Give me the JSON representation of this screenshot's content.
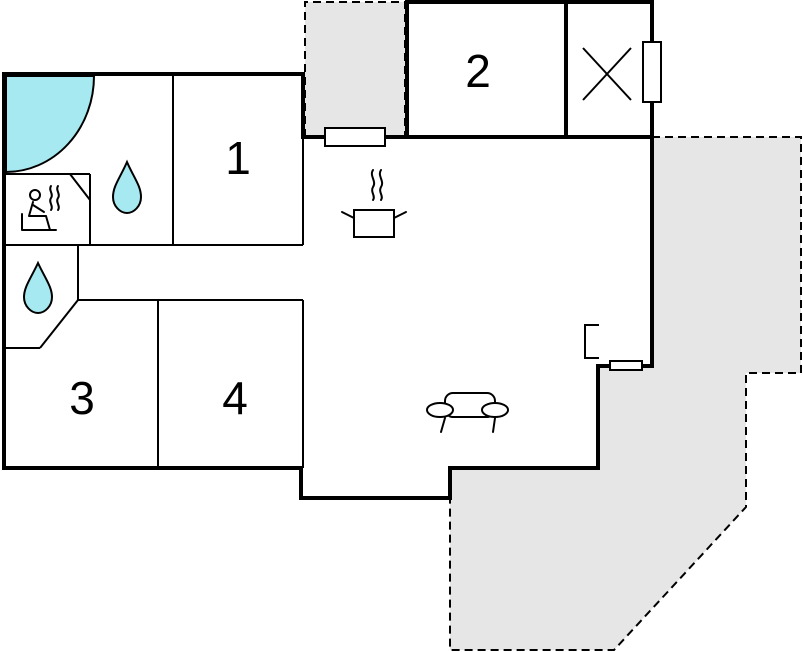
{
  "rooms": [
    {
      "id": "room-1",
      "label": "1"
    },
    {
      "id": "room-2",
      "label": "2"
    },
    {
      "id": "room-3",
      "label": "3"
    },
    {
      "id": "room-4",
      "label": "4"
    }
  ],
  "colors": {
    "terrace_fill": "#e6e6e6",
    "water_fill": "#a6e9f0",
    "wall": "#000000",
    "background": "#ffffff"
  },
  "icons": [
    "sauna-icon",
    "shower-drop-icon",
    "kitchen-pot-icon",
    "sofa-icon",
    "fireplace-icon",
    "window-icon",
    "door-swing-icon",
    "bath-drop-icon"
  ]
}
